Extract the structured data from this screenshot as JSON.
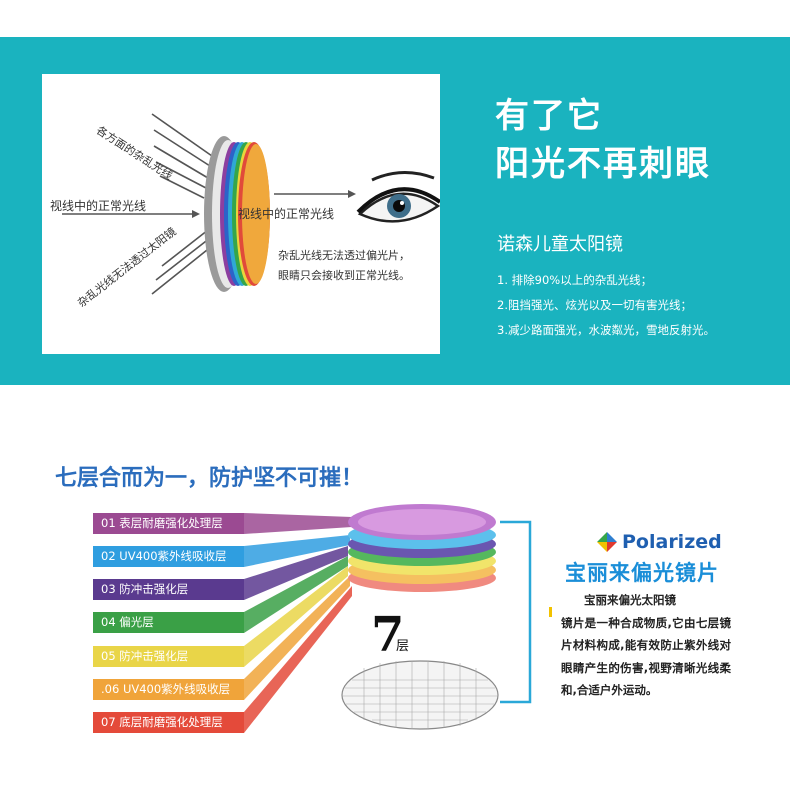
{
  "diagram": {
    "label_scattered_top": "各方面的杂乱光线",
    "label_normal_left": "视线中的正常光线",
    "label_scattered_bottom": "杂乱光线无法透过太阳镜",
    "label_normal_right": "视线中的正常光线",
    "note_lines": [
      "杂乱光线无法透过偏光片，",
      "眼睛只会接收到正常光线。"
    ]
  },
  "hero": {
    "line1": "有了它",
    "line2": "阳光不再刺眼",
    "subtitle": "诺森儿童太阳镜",
    "bullets": [
      "1. 排除90%以上的杂乱光线；",
      "2.阻挡强光、炫光以及一切有害光线；",
      "3.减少路面强光，水波粼光，雪地反射光。"
    ]
  },
  "layers": {
    "slogan": "七层合而为一，防护坚不可摧！",
    "items": [
      {
        "label": "01 表层耐磨强化处理层",
        "color": "#9b4a92"
      },
      {
        "label": "02 UV400紫外线吸收层",
        "color": "#2f9ee0"
      },
      {
        "label": "03 防冲击强化层",
        "color": "#5a3a8f"
      },
      {
        "label": "04 偏光层",
        "color": "#3aa046"
      },
      {
        "label": "05 防冲击强化层",
        "color": "#e9d548"
      },
      {
        "label": ".06 UV400紫外线吸收层",
        "color": "#f0a43a"
      },
      {
        "label": "07 底层耐磨强化处理层",
        "color": "#e44a3a"
      }
    ],
    "count_number": "7",
    "count_unit": "层"
  },
  "polarized": {
    "brand_word": "Polarized",
    "title": "宝丽来偏光镜片",
    "desc_first": "宝丽来偏光太阳镜",
    "desc_rest": "镜片是一种合成物质,它由七层镜片材料构成,能有效防止紫外线对眼睛产生的伤害,视野清晰光线柔和,合适户外运动。"
  },
  "colors": {
    "banner": "#1ab3bf",
    "slogan": "#2b6dbd",
    "polarized_word": "#1f5fb0",
    "polarized_title": "#1a8ed8"
  }
}
